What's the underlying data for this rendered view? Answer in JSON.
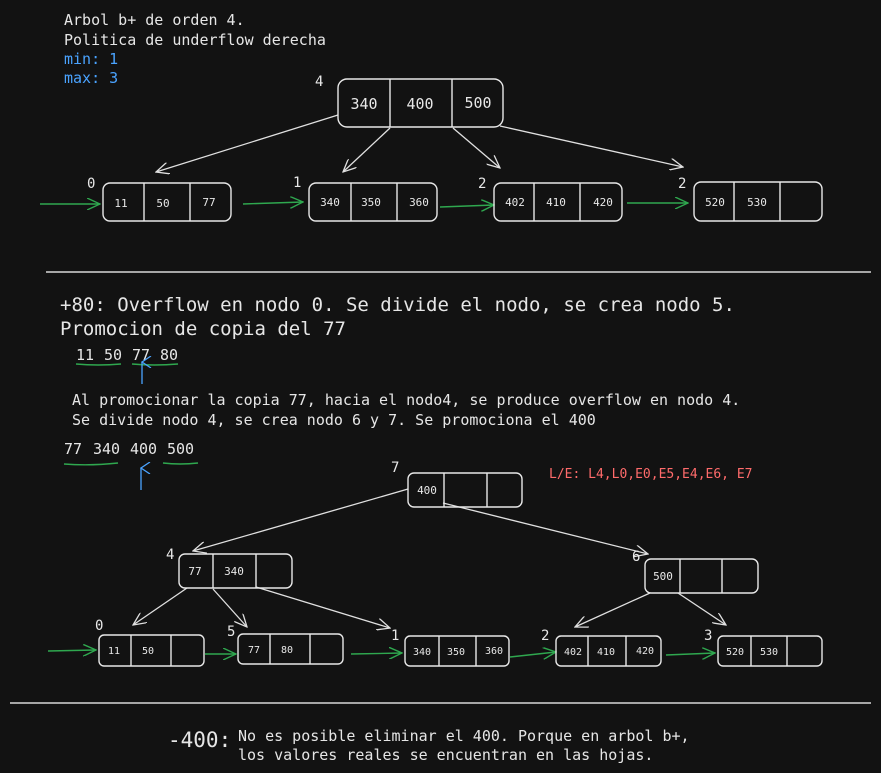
{
  "header": {
    "line1": "Arbol b+ de orden 4.",
    "line2": "Politica de underflow derecha",
    "min": "min: 1",
    "max": "max: 3"
  },
  "tree1": {
    "root": {
      "label": "4",
      "keys": [
        "340",
        "400",
        "500"
      ]
    },
    "leaves": [
      {
        "label": "0",
        "keys": [
          "11",
          "50",
          "77"
        ]
      },
      {
        "label": "1",
        "keys": [
          "340",
          "350",
          "360"
        ]
      },
      {
        "label": "2",
        "keys": [
          "402",
          "410",
          "420"
        ]
      },
      {
        "label": "2",
        "keys": [
          "520",
          "530",
          ""
        ]
      }
    ]
  },
  "step1": {
    "title1": "+80: Overflow en nodo 0. Se divide el nodo, se crea nodo 5.",
    "title2": "Promocion de copia del 77",
    "seq": [
      "11",
      "50",
      "77",
      "80"
    ],
    "note1": "Al promocionar la copia 77, hacia el nodo4, se produce overflow en nodo 4.",
    "note2": "Se divide nodo 4, se crea nodo 6 y 7. Se promociona el 400",
    "seq2": [
      "77",
      "340",
      "400",
      "500"
    ],
    "le": "L/E: L4,L0,E0,E5,E4,E6, E7"
  },
  "tree2": {
    "root": {
      "label": "7",
      "keys": [
        "400",
        "",
        ""
      ]
    },
    "n4": {
      "label": "4",
      "keys": [
        "77",
        "340",
        ""
      ]
    },
    "n6": {
      "label": "6",
      "keys": [
        "500",
        "",
        ""
      ]
    },
    "leaves": [
      {
        "label": "0",
        "keys": [
          "11",
          "50",
          ""
        ]
      },
      {
        "label": "5",
        "keys": [
          "77",
          "80",
          ""
        ]
      },
      {
        "label": "1",
        "keys": [
          "340",
          "350",
          "360"
        ]
      },
      {
        "label": "2",
        "keys": [
          "402",
          "410",
          "420"
        ]
      },
      {
        "label": "3",
        "keys": [
          "520",
          "530",
          ""
        ]
      }
    ]
  },
  "step2": {
    "op": "-400:",
    "line1": "No es posible eliminar el 400. Porque en arbol b+,",
    "line2": "los valores reales se encuentran en las hojas."
  }
}
